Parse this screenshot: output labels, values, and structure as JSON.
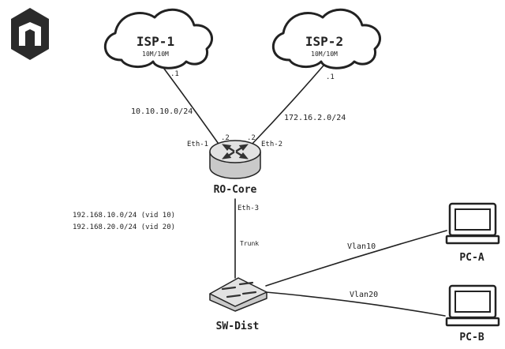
{
  "logo": {
    "icon": "mikrotik-logo-icon"
  },
  "clouds": [
    {
      "name": "ISP-1",
      "speed": "10M/10M",
      "ip": ".1"
    },
    {
      "name": "ISP-2",
      "speed": "10M/10M",
      "ip": ".1"
    }
  ],
  "links": {
    "isp1_subnet": "10.10.10.0/24",
    "isp2_subnet": "172.16.2.0/24",
    "router_ip_1": ".2",
    "router_ip_2": ".2",
    "eth1": "Eth-1",
    "eth2": "Eth-2",
    "eth3": "Eth-3",
    "trunk": "Trunk",
    "vlan10": "Vlan10",
    "vlan20": "Vlan20"
  },
  "vlan_info": [
    "192.168.10.0/24 (vid 10)",
    "192.168.20.0/24 (vid 20)"
  ],
  "devices": {
    "router": {
      "label": "RO-Core",
      "icon": "router-icon"
    },
    "switch": {
      "label": "SW-Dist",
      "icon": "switch-icon"
    },
    "pc_a": {
      "label": "PC-A",
      "icon": "computer-icon"
    },
    "pc_b": {
      "label": "PC-B",
      "icon": "computer-icon"
    }
  },
  "colors": {
    "logo": "#2b2b2b",
    "device": "#d9d9d9",
    "stroke": "#222222"
  }
}
